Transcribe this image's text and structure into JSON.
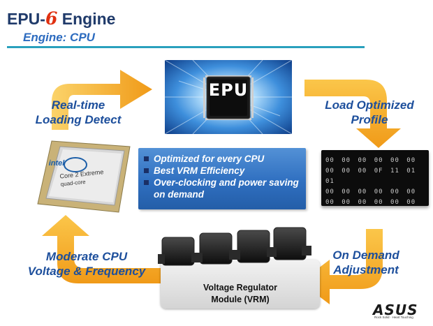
{
  "header": {
    "title_prefix": "EPU-",
    "title_number": "6",
    "title_suffix": " Engine",
    "subtitle": "Engine: CPU"
  },
  "chip": {
    "label": "EPU"
  },
  "steps": {
    "realtime": [
      "Real-time",
      "Loading Detect"
    ],
    "load": [
      "Load Optimized",
      "Profile"
    ],
    "demand": [
      "On Demand",
      "Adjustment"
    ],
    "moderate": [
      "Moderate CPU",
      "Voltage & Frequency"
    ]
  },
  "features": [
    "Optimized for every CPU",
    "Best VRM Efficiency",
    "Over-clocking and power saving on demand"
  ],
  "cpu": {
    "brand": "intel",
    "line1": "Core 2 Extreme",
    "line2": "quad-core"
  },
  "vrm": {
    "label_line1": "Voltage Regulator",
    "label_line2": "Module (VRM)"
  },
  "matrix": {
    "rows": [
      "00 00 00 00 00 00",
      "00 00 00 0F 11 01 01",
      "00 00 00 00 00 00",
      "00 00 00 00 00 00"
    ]
  },
  "logo": {
    "name": "ASUS",
    "tagline": "Rock Solid · Heart Touching"
  },
  "colors": {
    "title": "#1f3a6a",
    "six_accent": "#e03010",
    "subtitle": "#2c6bbf",
    "rule": "#29a0bd",
    "step_text": "#1d4f9c",
    "arrow_orange": "#f5a623",
    "feature_box": "#2f6fc0"
  }
}
